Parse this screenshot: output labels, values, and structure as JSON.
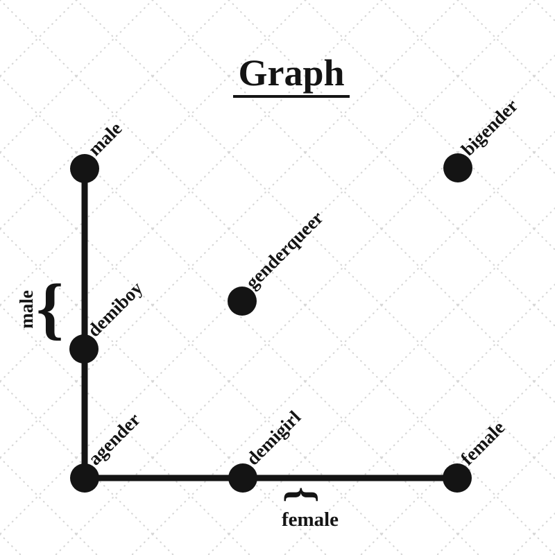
{
  "title": "Graph",
  "nodes": [
    {
      "id": "male",
      "label": "male"
    },
    {
      "id": "bigender",
      "label": "bigender"
    },
    {
      "id": "genderqueer",
      "label": "genderqueer"
    },
    {
      "id": "demiboy",
      "label": "demiboy"
    },
    {
      "id": "agender",
      "label": "agender"
    },
    {
      "id": "demigirl",
      "label": "demigirl"
    },
    {
      "id": "female",
      "label": "female"
    }
  ],
  "edges": [
    {
      "from": "male",
      "to": "agender"
    },
    {
      "from": "agender",
      "to": "female"
    }
  ],
  "annotations": {
    "left_brace": {
      "glyph": "{",
      "label": "male"
    },
    "bottom_brace": {
      "glyph": "{",
      "label": "female"
    }
  },
  "colors": {
    "ink": "#141414",
    "lattice": "#d6d6d6",
    "background": "#ffffff"
  }
}
